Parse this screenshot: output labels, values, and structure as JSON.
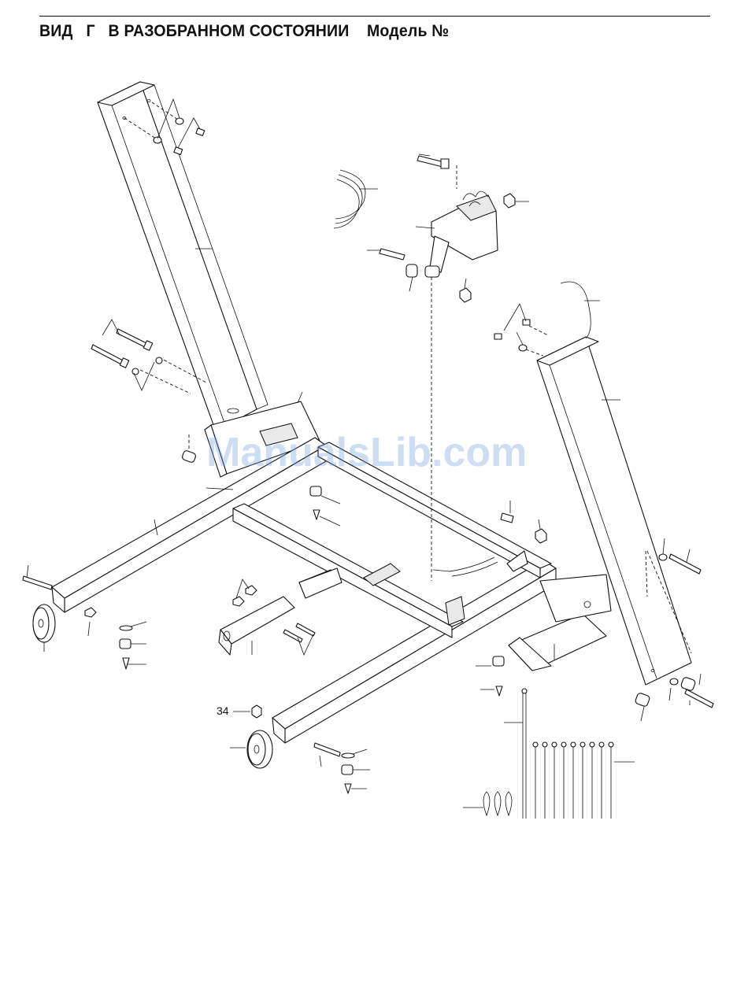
{
  "header": {
    "title": "ВИД   Г   В РАЗОБРАННОМ СОСТОЯНИИ    Модель №"
  },
  "diagram": {
    "callouts": [
      {
        "id": "c34",
        "label": "34"
      }
    ],
    "watermark": "ManualsLib.com"
  }
}
